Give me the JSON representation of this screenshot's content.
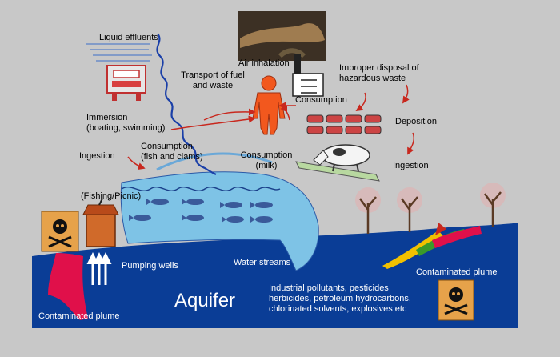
{
  "labels": {
    "liquid_effluents": "Liquid effluents",
    "transport_line1": "Transport of fuel",
    "transport_line2": "and waste",
    "air_inhalation": "Air inhalation",
    "improper_line1": "Improper disposal  of",
    "improper_line2": "hazardous waste",
    "consumption_top": "Consumption",
    "immersion_line1": "Immersion",
    "immersion_line2": "(boating, swimming)",
    "deposition": "Deposition",
    "ingestion_left": "Ingestion",
    "consumption_fish_line1": "Consumption",
    "consumption_fish_line2": "(fish and clams)",
    "consumption_milk_line1": "Consumption",
    "consumption_milk_line2": "(milk)",
    "ingestion_right": "Ingestion",
    "fishing_picnic": "(Fishing/Picnic)",
    "pumping_wells": "Pumping wells",
    "water_streams": "Water streams",
    "contaminated_plume_right": "Contaminated plume",
    "aquifer": "Aquifer",
    "pollutants_line1": "Industrial pollutants, pesticides",
    "pollutants_line2": "herbicides, petroleum hydrocarbons,",
    "pollutants_line3": "chlorinated solvents, explosives etc",
    "contaminated_plume_left": "Contaminated plume"
  },
  "colors": {
    "background": "#c8c8c8",
    "aquifer_blue": "#0a3d96",
    "water_light": "#7ec3e6",
    "plume_red": "#e0104a",
    "arrow_red": "#c8281e",
    "person_orange": "#f2581e",
    "skull_box": "#e6a24a"
  },
  "icons": [
    "car-icon",
    "factory-icon",
    "person-icon",
    "food-containers-icon",
    "cow-icon",
    "fish-icon",
    "well-icon",
    "tree-icon",
    "skull-crossbones-icon"
  ]
}
